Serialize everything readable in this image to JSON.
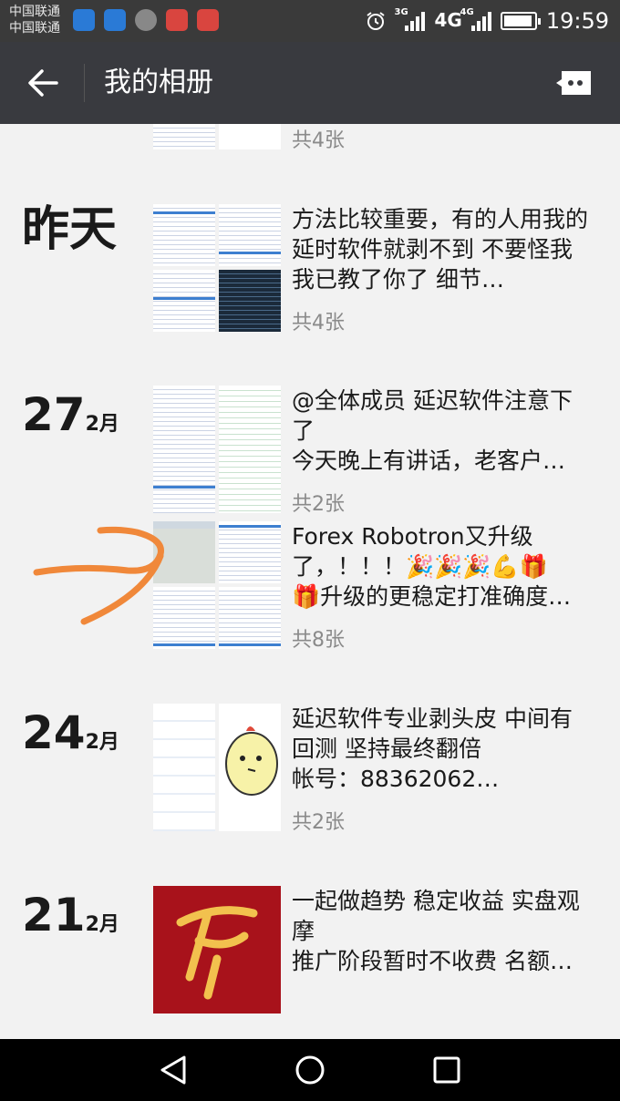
{
  "status_bar": {
    "carrier_1": "中国联通",
    "carrier_2": "中国联通",
    "net_1_tag": "3G",
    "net_2_label": "4G",
    "net_2_tag": "4G",
    "time": "19:59",
    "battery_level": 0.95,
    "app_icon_colors": [
      "#2a7ad6",
      "#2a7ad6",
      "#777777",
      "#d9453f",
      "#d9453f"
    ]
  },
  "header": {
    "title": "我的相册",
    "back_icon": "arrow-left-icon",
    "message_icon": "message-icon"
  },
  "entries": [
    {
      "date_label": "",
      "day": "",
      "month": "",
      "text": "",
      "count": "共4张"
    },
    {
      "date_label": "昨天",
      "day": "",
      "month": "",
      "text": "方法比较重要，有的人用我的延时软件就剥不到  不要怪我  我已教了你了  细节…",
      "count": "共4张"
    },
    {
      "date_label": "",
      "day": "27",
      "month": "2月",
      "text": "@全体成员 延迟软件注意下了\n今天晚上有讲话，老客户…",
      "count": "共2张"
    },
    {
      "date_label": "",
      "day": "",
      "month": "",
      "text": "Forex Robotron又升级了，！！！🎉🎉🎉💪🎁\n🎁升级的更稳定打准确度…",
      "count": "共8张"
    },
    {
      "date_label": "",
      "day": "24",
      "month": "2月",
      "text": "延迟软件专业剥头皮 中间有回测 坚持最终翻倍\n帐号：88362062…",
      "count": "共2张"
    },
    {
      "date_label": "",
      "day": "21",
      "month": "2月",
      "text": "一起做趋势 稳定收益 实盘观摩\n推广阶段暂时不收费 名额…",
      "count": ""
    }
  ],
  "colors": {
    "title_bar": "#393a3f",
    "status_bar": "#3a3a3a",
    "background": "#f2f2f2",
    "annotation_arrow": "#f0883a"
  },
  "nav": {
    "back_icon": "nav-back-icon",
    "home_icon": "nav-home-icon",
    "recents_icon": "nav-recents-icon"
  }
}
